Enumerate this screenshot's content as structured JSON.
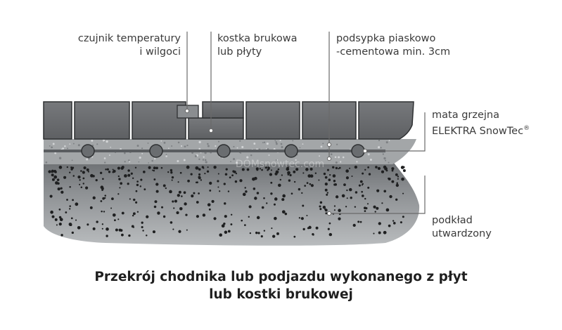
{
  "labels": {
    "sensor": {
      "line1": "czujnik temperatury",
      "line2": "i wilgoci"
    },
    "paver": {
      "line1": "kostka brukowa",
      "line2": "lub płyty"
    },
    "bedding": {
      "line1": "podsypka piaskowo",
      "line2": "-cementowa min. 3cm"
    },
    "mat": {
      "line1": "mata grzejna",
      "line2": "ELEKTRA SnowTec",
      "mark": "®"
    },
    "base": {
      "line1": "podkład",
      "line2": "utwardzony"
    }
  },
  "caption": {
    "line1": "Przekrój chodnika lub podjazdu wykonanego z płyt",
    "line2": "lub kostki brukowej"
  },
  "watermark": "DOMsnowtec.com",
  "colors": {
    "paver": "#6b6e70",
    "paver_edge": "#2e3032",
    "bedding": "#a3a6a8",
    "heating_cable": "#5a5d60",
    "base": "#888b8e",
    "leader_line": "#6a6a6a",
    "caption": "#1f1f1f"
  }
}
